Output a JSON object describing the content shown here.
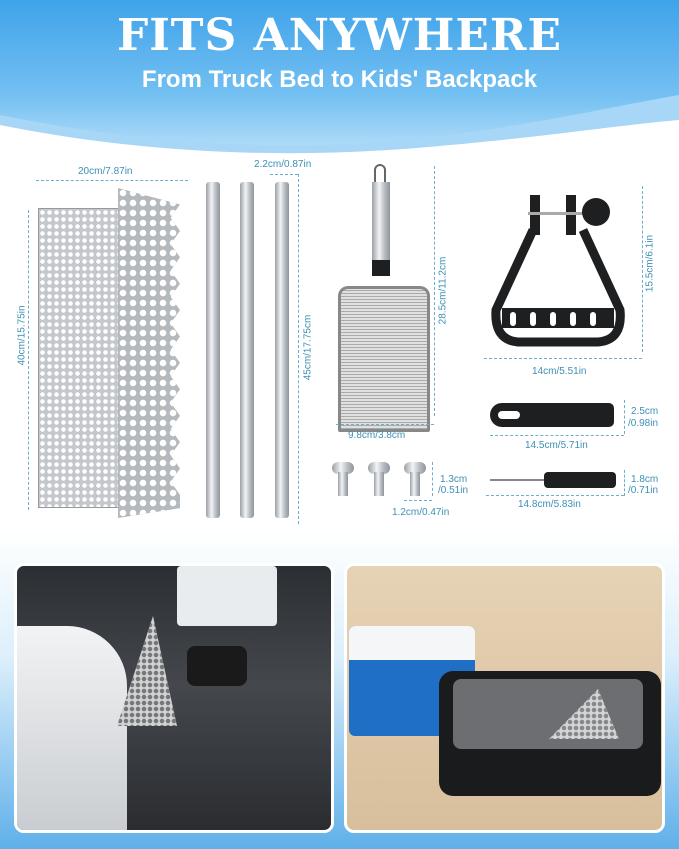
{
  "header": {
    "title": "FITS ANYWHERE",
    "subtitle": "From Truck Bed to Kids' Backpack"
  },
  "dimensions": {
    "sifter_width": "20cm/7.87in",
    "sifter_height": "40cm/15.75in",
    "pole_diameter": "2.2cm/0.87in",
    "pole_length": "45cm/17.75cm",
    "scoop_height": "28.5cm/11.2cm",
    "scoop_width": "9.8cm/3.8cm",
    "handle_height": "15.5cm/6.1in",
    "handle_width": "14cm/5.51in",
    "grip_diameter_1": "2.5cm",
    "grip_diameter_2": "/0.98in",
    "grip_length": "14.5cm/5.71in",
    "screw_height_1": "1.3cm",
    "screw_height_2": "/0.51in",
    "screw_width": "1.2cm/0.47in",
    "screwdriver_diameter_1": "1.8cm",
    "screwdriver_diameter_2": "/0.71in",
    "screwdriver_length": "14.8cm/5.83in"
  }
}
